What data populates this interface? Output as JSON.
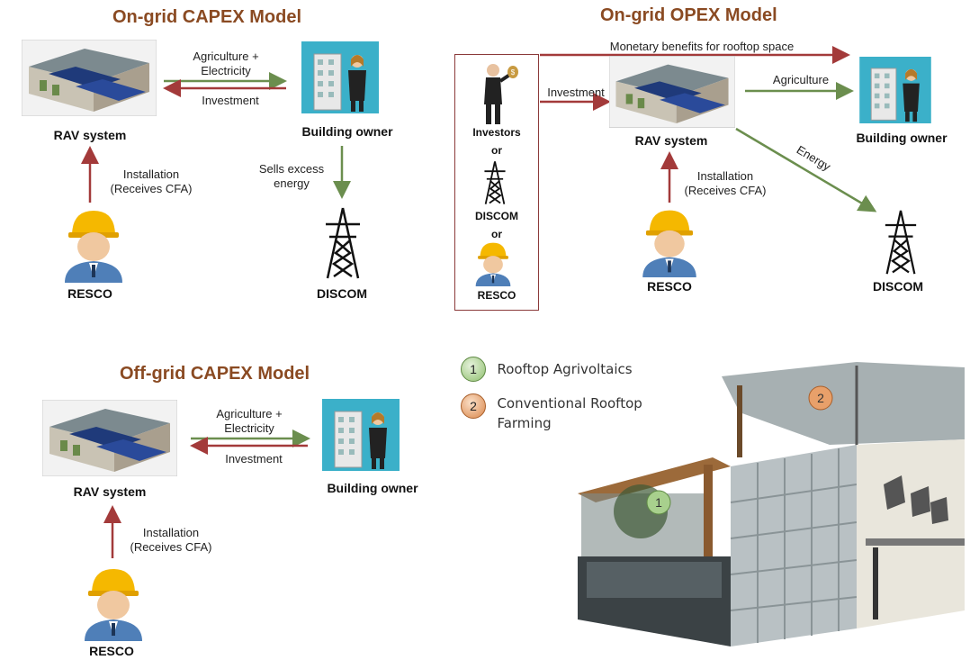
{
  "capex": {
    "title": "On-grid CAPEX Model",
    "arrow_top": "Agriculture +\nElectricity",
    "arrow_bottom": "Investment",
    "rav": "RAV system",
    "owner": "Building owner",
    "sells": "Sells excess\nenergy",
    "install": "Installation\n(Receives CFA)",
    "resco": "RESCO",
    "discom": "DISCOM"
  },
  "opex": {
    "title": "On-grid OPEX Model",
    "monetary": "Monetary benefits for rooftop space",
    "investment": "Investment",
    "agriculture": "Agriculture",
    "energy": "Energy",
    "rav": "RAV system",
    "owner": "Building owner",
    "install": "Installation\n(Receives CFA)",
    "resco": "RESCO",
    "discom": "DISCOM",
    "investors": "Investors",
    "or1": "or",
    "discom_opt": "DISCOM",
    "or2": "or",
    "resco_opt": "RESCO"
  },
  "offgrid": {
    "title": "Off-grid CAPEX Model",
    "arrow_top": "Agriculture +\nElectricity",
    "arrow_bottom": "Investment",
    "rav": "RAV system",
    "owner": "Building owner",
    "install": "Installation\n(Receives CFA)",
    "resco": "RESCO"
  },
  "legend": {
    "items": [
      {
        "num": "1",
        "label": "Rooftop Agrivoltaics",
        "color": "#a8d08d"
      },
      {
        "num": "2",
        "label": "Conventional Rooftop\nFarming",
        "color": "#e8a06a"
      }
    ]
  },
  "colors": {
    "title": "#8a4a22",
    "green_arrow": "#6b8e4e",
    "red_arrow": "#a33a3a"
  }
}
